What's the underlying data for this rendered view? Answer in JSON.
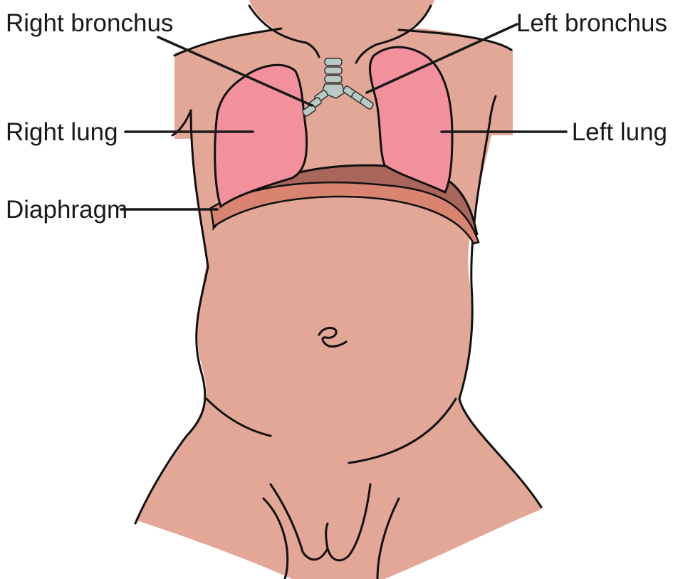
{
  "labels": {
    "right_bronchus": "Right bronchus",
    "left_bronchus": "Left bronchus",
    "right_lung": "Right lung",
    "left_lung": "Left lung",
    "diaphragm": "Diaphragm"
  },
  "colors": {
    "skin": "#e2a796",
    "lung": "#f2909e",
    "diaphragm_dark": "#a9665a",
    "diaphragm_light": "#d88470",
    "airway": "#b9c9c4"
  }
}
